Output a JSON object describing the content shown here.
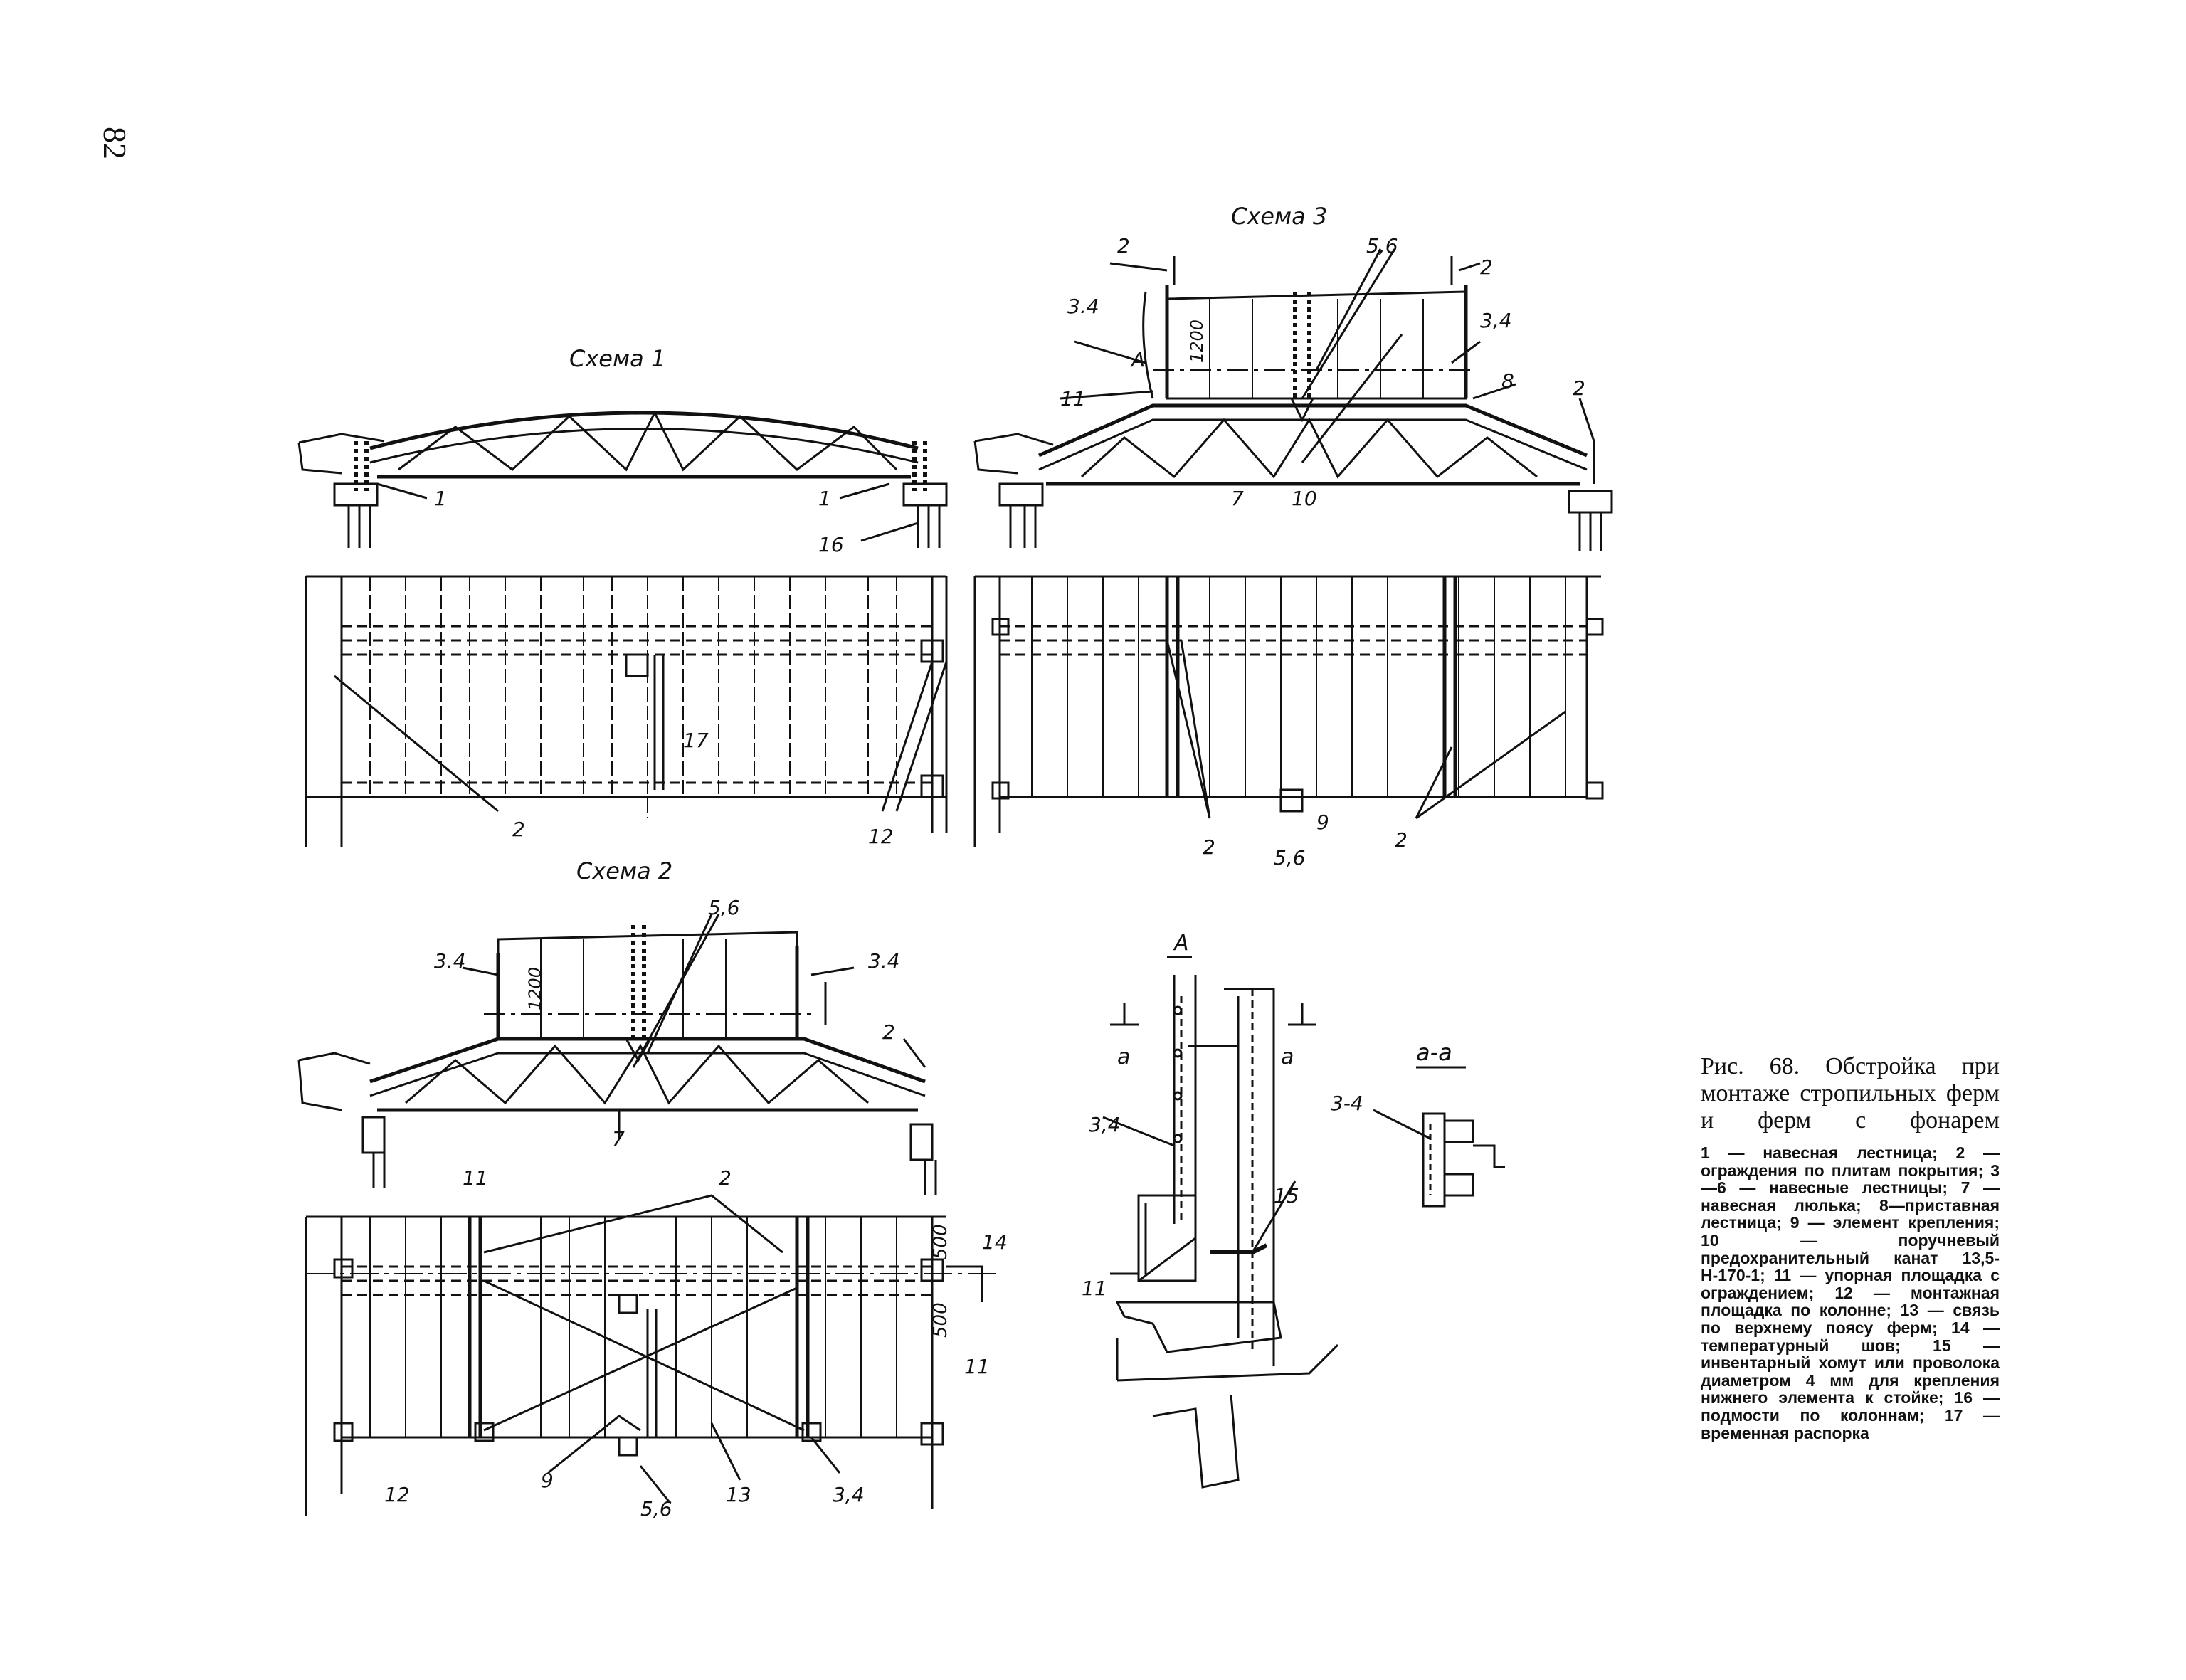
{
  "page_number": "82",
  "figure": {
    "title": "Рис. 68. Обстройка при монтаже стропильных ферм и ферм с фонарем",
    "legend": "1 — навесная лестница; 2 — ограждения по плитам покрытия; 3—6 — навесные лестницы; 7 — навесная люлька; 8—приставная лестница; 9 — элемент крепления; 10 — поручневый предохранительный канат 13,5-Н-170-1; 11 — упорная площадка с ограждением; 12 — монтажная площадка по колонне; 13 — связь по верхнему поясу ферм; 14 — температурный шов; 15 — инвентарный хомут или проволока диаметром 4 мм для крепления нижнего элемента к стойке; 16 — подмости по колоннам; 17 — временная распорка"
  },
  "schemes": {
    "scheme1": {
      "title": "Схема 1",
      "labels": [
        "1",
        "1",
        "16",
        "17",
        "2",
        "12"
      ]
    },
    "scheme2": {
      "title": "Схема 2",
      "labels": [
        "5,6",
        "3.4",
        "3.4",
        "1200",
        "2",
        "7",
        "11",
        "2",
        "500",
        "500",
        "14",
        "11",
        "9",
        "12",
        "5,6",
        "13",
        "3,4"
      ]
    },
    "scheme3": {
      "title": "Схема 3",
      "labels": [
        "2",
        "5,6",
        "2",
        "3.4",
        "3,4",
        "1200",
        "А",
        "8",
        "2",
        "11",
        "7",
        "10",
        "2",
        "9",
        "2",
        "5,6"
      ]
    },
    "detail_A": {
      "title": "А",
      "labels": [
        "а",
        "а",
        "3,4",
        "15",
        "11"
      ]
    },
    "section_aa": {
      "title": "а-а",
      "labels": [
        "3-4"
      ]
    }
  }
}
